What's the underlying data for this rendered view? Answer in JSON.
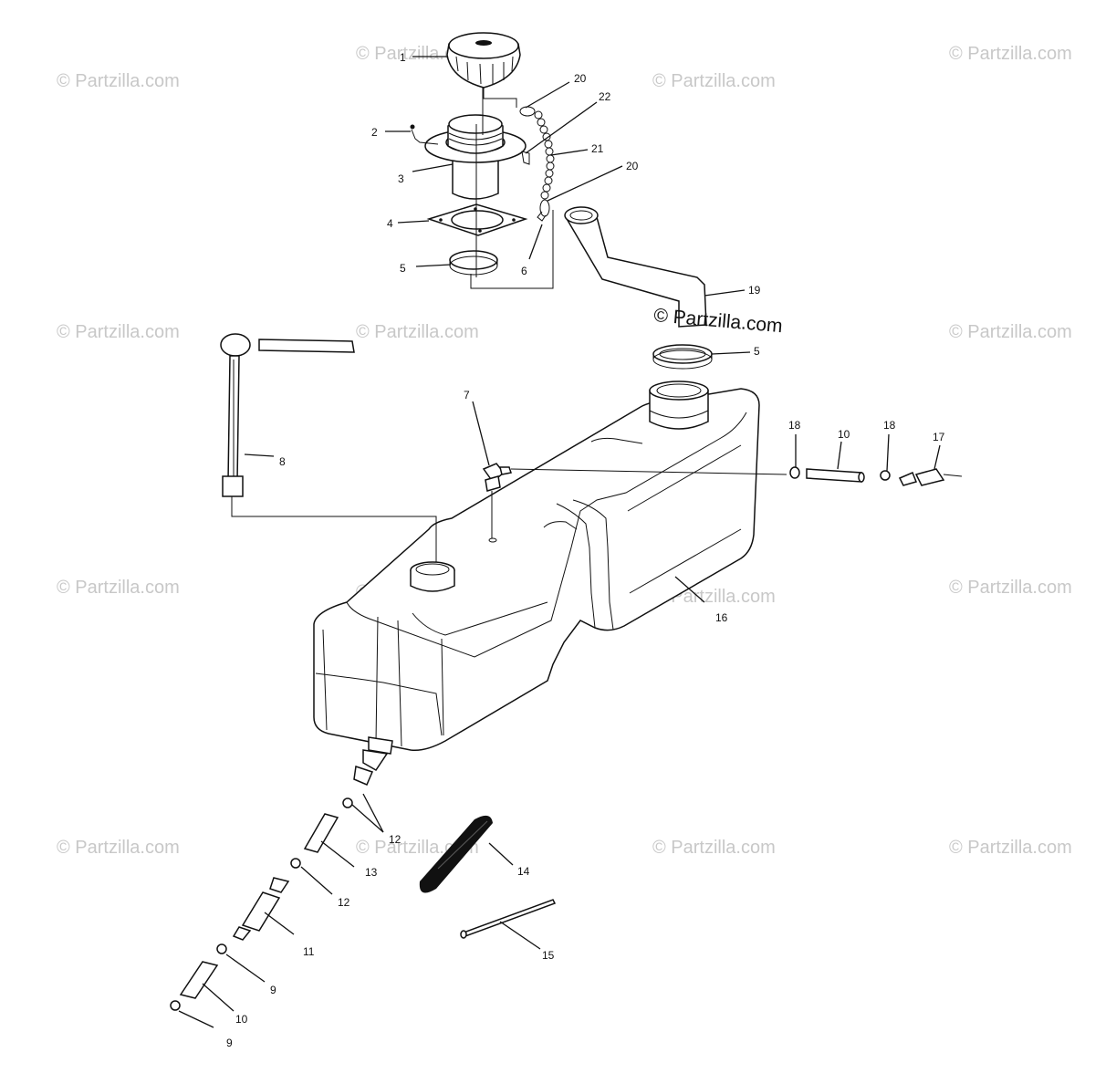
{
  "diagram": {
    "watermark": "© Partzilla.com",
    "watermark_main": "© Partzilla.com",
    "callouts": [
      "1",
      "2",
      "3",
      "4",
      "5",
      "6",
      "20",
      "22",
      "21",
      "20",
      "19",
      "5",
      "7",
      "8",
      "18",
      "10",
      "18",
      "17",
      "16",
      "12",
      "13",
      "14",
      "12",
      "11",
      "15",
      "9",
      "10",
      "9"
    ],
    "parts": [
      "filler-cap",
      "filler-neck",
      "neck-gasket",
      "neck-clamp",
      "retaining-chain",
      "filler-hose",
      "hose-clamp",
      "fuel-gauge-sender",
      "vent-fitting",
      "fuel-tank",
      "vent-line",
      "fuel-shutoff-valve",
      "fuel-filter",
      "fuel-line-set",
      "tank-strap-pad",
      "mounting-rod"
    ]
  }
}
